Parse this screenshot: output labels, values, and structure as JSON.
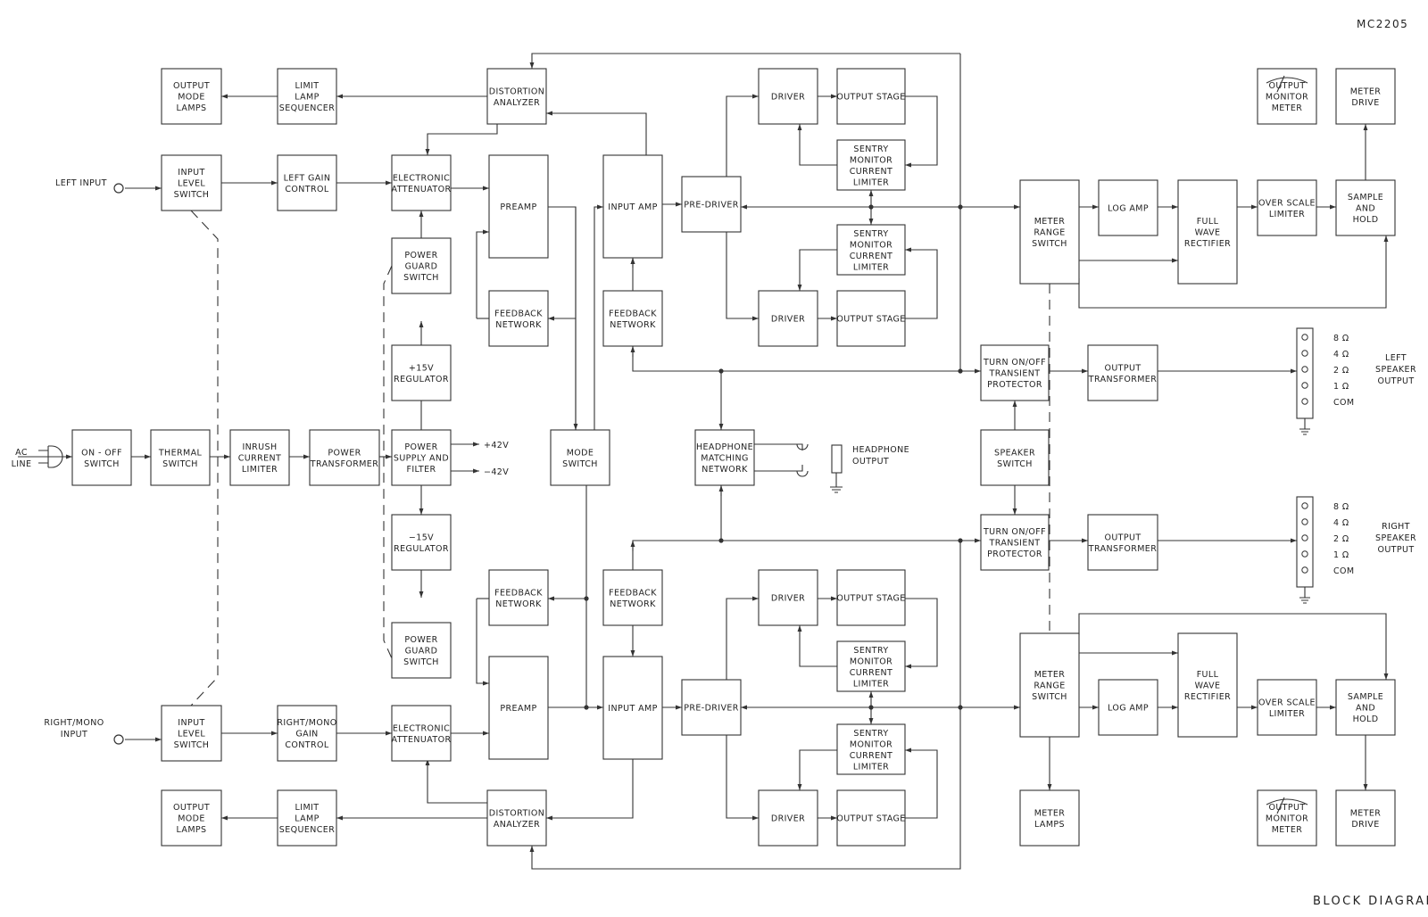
{
  "header": {
    "model": "MC2205"
  },
  "footer": {
    "title": "BLOCK DIAGRAM"
  },
  "colors": {
    "ink": "#333333",
    "background": "#ffffff"
  },
  "terminals": {
    "left_input": "LEFT INPUT",
    "right_input": [
      "RIGHT/MONO",
      "INPUT"
    ],
    "ac_line": [
      "AC",
      "LINE"
    ],
    "headphone_output": [
      "HEADPHONE",
      "OUTPUT"
    ],
    "plus_42v": "+42V",
    "minus_42v": "−42V",
    "left_speaker_output": [
      "LEFT",
      "SPEAKER",
      "OUTPUT"
    ],
    "right_speaker_output": [
      "RIGHT",
      "SPEAKER",
      "OUTPUT"
    ],
    "taps": [
      "8 Ω",
      "4 Ω",
      "2 Ω",
      "1 Ω",
      "COM"
    ]
  },
  "blocks": {
    "out_mode_top": [
      "OUTPUT",
      "MODE",
      "LAMPS"
    ],
    "limit_lamp_top": [
      "LIMIT",
      "LAMP",
      "SEQUENCER"
    ],
    "dist_top": [
      "DISTORTION",
      "ANALYZER"
    ],
    "in_level_top": [
      "INPUT",
      "LEVEL",
      "SWITCH"
    ],
    "left_gain": [
      "LEFT GAIN",
      "CONTROL"
    ],
    "atten_top": [
      "ELECTRONIC",
      "ATTENUATOR"
    ],
    "preamp_top": [
      "PREAMP"
    ],
    "input_amp_top": [
      "INPUT AMP"
    ],
    "pre_driver_top": [
      "PRE-DRIVER"
    ],
    "driver_1": [
      "DRIVER"
    ],
    "output_stage_1": [
      "OUTPUT STAGE"
    ],
    "sentry_1": [
      "SENTRY",
      "MONITOR",
      "CURRENT",
      "LIMITER"
    ],
    "sentry_2": [
      "SENTRY",
      "MONITOR",
      "CURRENT",
      "LIMITER"
    ],
    "driver_2": [
      "DRIVER"
    ],
    "output_stage_2": [
      "OUTPUT STAGE"
    ],
    "meter_range_top": [
      "METER",
      "RANGE",
      "SWITCH"
    ],
    "log_amp_top": [
      "LOG AMP"
    ],
    "full_wave_top": [
      "FULL",
      "WAVE",
      "RECTIFIER"
    ],
    "over_scale_top": [
      "OVER SCALE",
      "LIMITER"
    ],
    "sample_hold_top": [
      "SAMPLE",
      "AND",
      "HOLD"
    ],
    "meter_drive_top": [
      "METER",
      "DRIVE"
    ],
    "out_meter_top": [
      "OUTPUT",
      "MONITOR",
      "METER"
    ],
    "power_guard_top": [
      "POWER",
      "GUARD",
      "SWITCH"
    ],
    "fb_net_pre_top": [
      "FEEDBACK",
      "NETWORK"
    ],
    "fb_net_amp_top": [
      "FEEDBACK",
      "NETWORK"
    ],
    "reg_plus": [
      "+15V",
      "REGULATOR"
    ],
    "on_off": [
      "ON - OFF",
      "SWITCH"
    ],
    "thermal": [
      "THERMAL",
      "SWITCH"
    ],
    "inrush": [
      "INRUSH",
      "CURRENT",
      "LIMITER"
    ],
    "power_xfmr": [
      "POWER",
      "TRANSFORMER"
    ],
    "psu": [
      "POWER",
      "SUPPLY AND",
      "FILTER"
    ],
    "reg_minus": [
      "−15V",
      "REGULATOR"
    ],
    "mode_switch": [
      "MODE",
      "SWITCH"
    ],
    "hp_net": [
      "HEADPHONE",
      "MATCHING",
      "NETWORK"
    ],
    "turn_on_top": [
      "TURN ON/OFF",
      "TRANSIENT",
      "PROTECTOR"
    ],
    "out_xfmr_top": [
      "OUTPUT",
      "TRANSFORMER"
    ],
    "speaker_switch": [
      "SPEAKER",
      "SWITCH"
    ],
    "turn_on_bot": [
      "TURN ON/OFF",
      "TRANSIENT",
      "PROTECTOR"
    ],
    "out_xfmr_bot": [
      "OUTPUT",
      "TRANSFORMER"
    ],
    "fb_net_pre_bot": [
      "FEEDBACK",
      "NETWORK"
    ],
    "fb_net_amp_bot": [
      "FEEDBACK",
      "NETWORK"
    ],
    "power_guard_bot": [
      "POWER",
      "GUARD",
      "SWITCH"
    ],
    "in_level_bot": [
      "INPUT",
      "LEVEL",
      "SWITCH"
    ],
    "right_gain": [
      "RIGHT/MONO",
      "GAIN",
      "CONTROL"
    ],
    "atten_bot": [
      "ELECTRONIC",
      "ATTENUATOR"
    ],
    "preamp_bot": [
      "PREAMP"
    ],
    "input_amp_bot": [
      "INPUT AMP"
    ],
    "pre_driver_bot": [
      "PRE-DRIVER"
    ],
    "driver_3": [
      "DRIVER"
    ],
    "output_stage_3": [
      "OUTPUT STAGE"
    ],
    "sentry_3": [
      "SENTRY",
      "MONITOR",
      "CURRENT",
      "LIMITER"
    ],
    "sentry_4": [
      "SENTRY",
      "MONITOR",
      "CURRENT",
      "LIMITER"
    ],
    "driver_4": [
      "DRIVER"
    ],
    "output_stage_4": [
      "OUTPUT STAGE"
    ],
    "meter_range_bot": [
      "METER",
      "RANGE",
      "SWITCH"
    ],
    "log_amp_bot": [
      "LOG AMP"
    ],
    "full_wave_bot": [
      "FULL",
      "WAVE",
      "RECTIFIER"
    ],
    "over_scale_bot": [
      "OVER SCALE",
      "LIMITER"
    ],
    "sample_hold_bot": [
      "SAMPLE",
      "AND",
      "HOLD"
    ],
    "meter_lamps": [
      "METER",
      "LAMPS"
    ],
    "out_mode_bot": [
      "OUTPUT",
      "MODE",
      "LAMPS"
    ],
    "limit_lamp_bot": [
      "LIMIT",
      "LAMP",
      "SEQUENCER"
    ],
    "dist_bot": [
      "DISTORTION",
      "ANALYZER"
    ],
    "meter_drive_bot": [
      "METER",
      "DRIVE"
    ],
    "out_meter_bot": [
      "OUTPUT",
      "MONITOR",
      "METER"
    ]
  }
}
